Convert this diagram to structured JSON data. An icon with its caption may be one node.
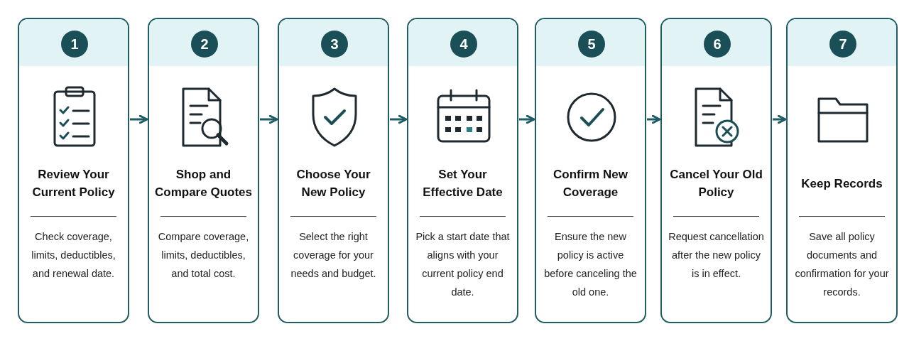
{
  "diagram": {
    "nodes": [
      {
        "text": [
          "1",
          "Review Your Current Policy",
          "Check coverage, limits, deductibles, and renewal date."
        ]
      },
      {
        "text": [
          "2",
          "Shop and Compare Quotes",
          "Compare coverage, limits, deductibles, and total cost."
        ]
      },
      {
        "text": [
          "3",
          "Choose Your New Policy",
          "Select the right coverage for your needs and budget."
        ]
      },
      {
        "text": [
          "4",
          "Set Your Effective Date",
          "Pick a start date that aligns with your current policy end date."
        ]
      },
      {
        "text": [
          "5",
          "Confirm New Coverage",
          "Ensure the new policy is active before canceling the old one."
        ]
      },
      {
        "text": [
          "6",
          "Cancel Your Old Policy",
          "Request cancellation after the new policy is in effect."
        ]
      },
      {
        "text": [
          "7",
          "Keep Records",
          "Save all policy documents and confirmation for your records."
        ]
      }
    ],
    "edges": [
      {
        "from": 0,
        "to": 1,
        "arrow": "to"
      },
      {
        "from": 1,
        "to": 2,
        "arrow": "to"
      },
      {
        "from": 2,
        "to": 3,
        "arrow": "to"
      },
      {
        "from": 3,
        "to": 4,
        "arrow": "to"
      },
      {
        "from": 4,
        "to": 5,
        "arrow": "to"
      },
      {
        "from": 5,
        "to": 6,
        "arrow": "to"
      }
    ]
  }
}
